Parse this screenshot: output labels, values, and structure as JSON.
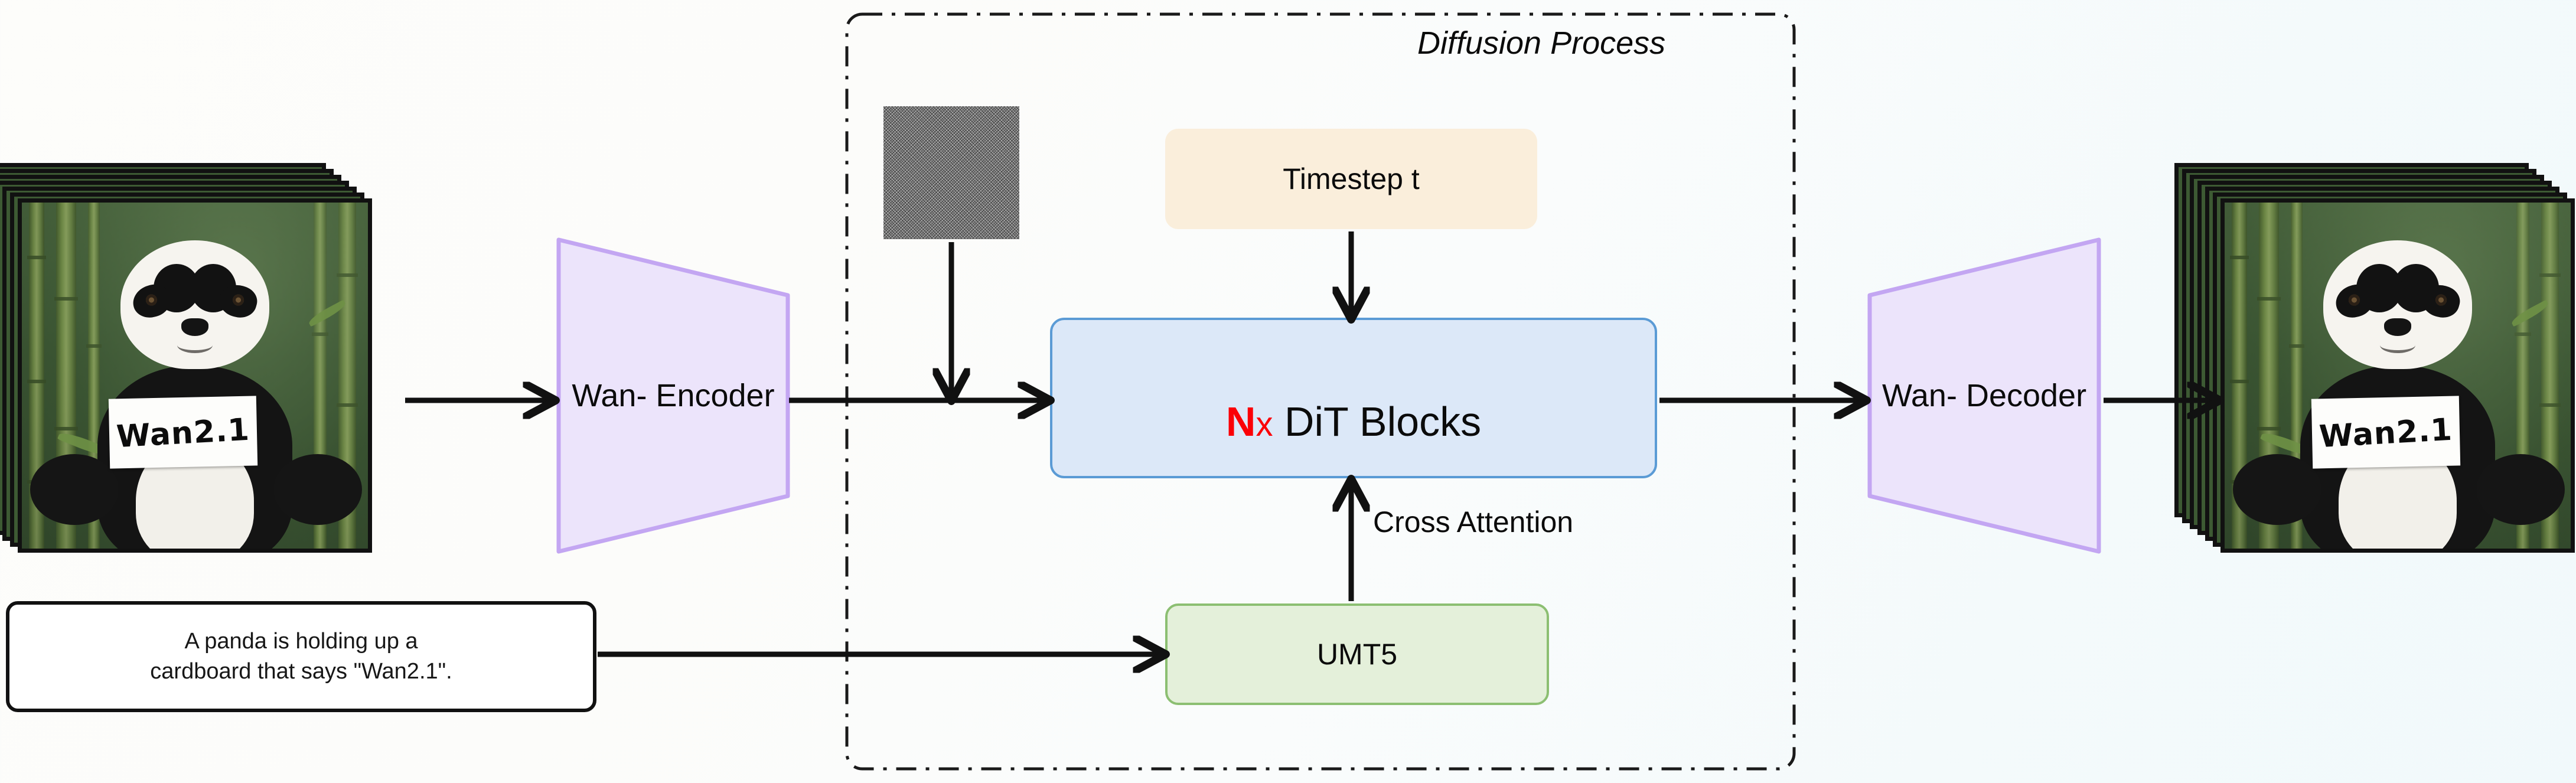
{
  "diagram": {
    "title": "Wan2.1 diffusion pipeline",
    "background_start": "#fdfdfa",
    "background_end": "#f1f9fb"
  },
  "diffusion": {
    "label": "Diffusion Process",
    "border_style": "dash-dot",
    "border_color": "#1a1a1a"
  },
  "blocks": {
    "encoder": {
      "label": "Wan-\nEncoder",
      "fill": "#ece4fb",
      "stroke": "#c3a6f2"
    },
    "decoder": {
      "label": "Wan-\nDecoder",
      "fill": "#ece4fb",
      "stroke": "#c3a6f2"
    },
    "dit": {
      "prefix_n": "N",
      "multiply": "x",
      "label": "DiT Blocks",
      "fill": "#dce8f8",
      "stroke": "#5b9bd5",
      "accent": "#fb0007"
    },
    "timestep": {
      "label": "Timestep t",
      "fill": "#faeedb"
    },
    "umt5": {
      "label": "UMT5",
      "fill": "#e4f0da",
      "stroke": "#8cbf72"
    },
    "prompt": {
      "label": "A panda is holding up a\ncardboard that says \"Wan2.1\"."
    },
    "noise": {
      "label": "noise-patch"
    }
  },
  "edges": {
    "cross_attention": "Cross Attention"
  },
  "media": {
    "input_stack": {
      "name": "input-video-frames",
      "frames": 7,
      "sign_text": "Wan2.1"
    },
    "output_stack": {
      "name": "output-video-frames",
      "frames": 7,
      "sign_text": "Wan2.1"
    }
  }
}
